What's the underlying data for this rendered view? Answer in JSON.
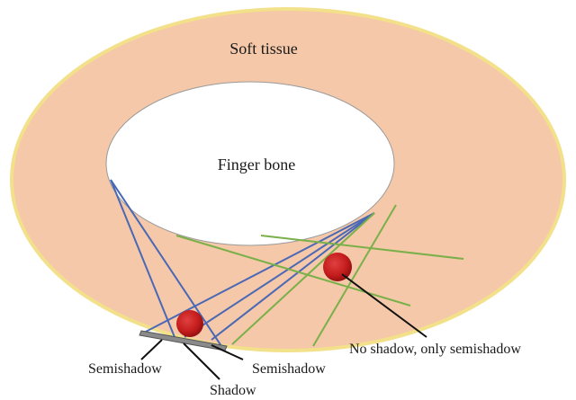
{
  "labels": {
    "soft_tissue": "Soft tissue",
    "finger_bone": "Finger bone",
    "semishadow_left": "Semishadow",
    "semishadow_right": "Semishadow",
    "shadow": "Shadow",
    "no_shadow": "No shadow, only semishadow"
  },
  "colors": {
    "soft_tissue_fill": "#f4c8a8",
    "soft_tissue_rim": "#f3e08a",
    "bone_fill": "#ffffff",
    "blue_rays": "#4a68b5",
    "green_rays": "#7ab04a",
    "particle": "#c41c1c",
    "detector": "#8a8a8a",
    "pointer": "#111111"
  }
}
